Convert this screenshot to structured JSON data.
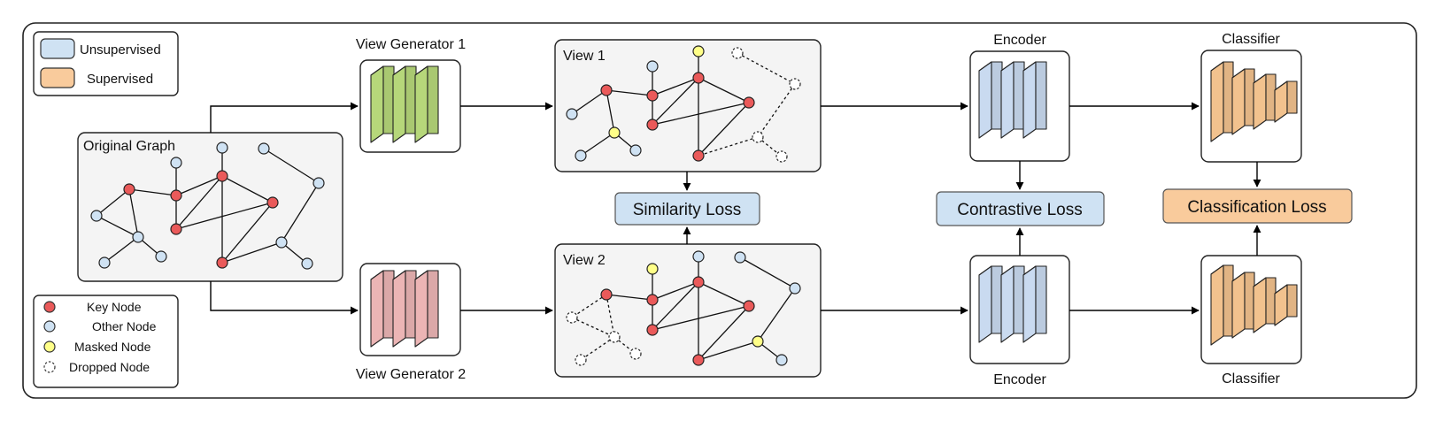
{
  "legend_top": {
    "items": [
      {
        "label": "Unsupervised",
        "color": "#cfe2f3"
      },
      {
        "label": "Supervised",
        "color": "#f9cb9c"
      }
    ]
  },
  "legend_bottom": {
    "items": [
      {
        "label": "Key Node",
        "kind": "key"
      },
      {
        "label": "Other Node",
        "kind": "other"
      },
      {
        "label": "Masked Node",
        "kind": "masked"
      },
      {
        "label": "Dropped Node",
        "kind": "dropped"
      }
    ]
  },
  "node_colors": {
    "key": "#ea5a5a",
    "other": "#cfe2f3",
    "masked": "#ffff88",
    "dropped": "#ffffff"
  },
  "original_graph": {
    "title": "Original Graph"
  },
  "view_generators": [
    {
      "label": "View Generator 1",
      "color": "#b6d77a"
    },
    {
      "label": "View Generator 2",
      "color": "#ecb5b5"
    }
  ],
  "views": [
    {
      "title": "View 1"
    },
    {
      "title": "View 2"
    }
  ],
  "losses": {
    "similarity": "Similarity Loss",
    "contrastive": "Contrastive Loss",
    "classification": "Classification Loss"
  },
  "encoders": [
    {
      "label": "Encoder",
      "color": "#c9daf0"
    },
    {
      "label": "Encoder",
      "color": "#c9daf0"
    }
  ],
  "classifiers": [
    {
      "label": "Classifier",
      "color": "#f2c28e"
    },
    {
      "label": "Classifier",
      "color": "#f2c28e"
    }
  ]
}
